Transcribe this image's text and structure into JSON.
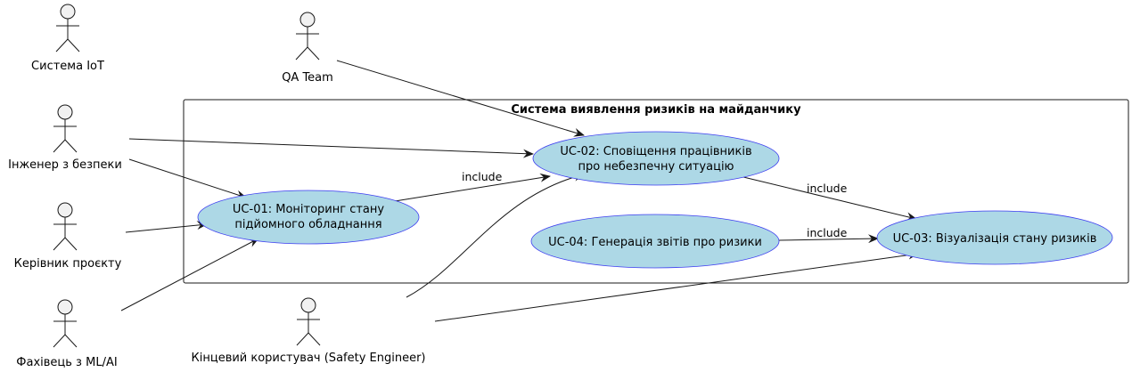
{
  "colors": {
    "usecase_fill": "#add8e6",
    "usecase_stroke": "#3d3df0",
    "actor_fill": "#f1f1f1",
    "line": "#181818",
    "boundary_stroke": "#181818"
  },
  "system": {
    "title": "Система виявлення ризиків на майданчику"
  },
  "actors": [
    {
      "id": "iot",
      "label": "Система IoT"
    },
    {
      "id": "qa",
      "label": "QA Team"
    },
    {
      "id": "safety",
      "label": "Інженер з безпеки"
    },
    {
      "id": "pm",
      "label": "Керівник проєкту"
    },
    {
      "id": "ml",
      "label": "Фахівець з ML/AI"
    },
    {
      "id": "enduser",
      "label": "Кінцевий користувач (Safety Engineer)"
    }
  ],
  "usecases": [
    {
      "id": "uc01",
      "lines": [
        "UC-01: Моніторинг стану",
        "підйомного обладнання"
      ]
    },
    {
      "id": "uc02",
      "lines": [
        "UC-02: Сповіщення працівників",
        "про небезпечну ситуацію"
      ]
    },
    {
      "id": "uc03",
      "lines": [
        "UC-03: Візуалізація стану ризиків"
      ]
    },
    {
      "id": "uc04",
      "lines": [
        "UC-04: Генерація звітів про ризики"
      ]
    }
  ],
  "edges": [
    {
      "id": "qa-uc02",
      "from": "qa",
      "to": "uc02",
      "label": ""
    },
    {
      "id": "safety-uc02",
      "from": "safety",
      "to": "uc02",
      "label": ""
    },
    {
      "id": "safety-uc01",
      "from": "safety",
      "to": "uc01",
      "label": ""
    },
    {
      "id": "pm-uc01",
      "from": "pm",
      "to": "uc01",
      "label": ""
    },
    {
      "id": "ml-uc01",
      "from": "ml",
      "to": "uc01",
      "label": ""
    },
    {
      "id": "enduser-uc02",
      "from": "enduser",
      "to": "uc02",
      "label": ""
    },
    {
      "id": "enduser-uc03",
      "from": "enduser",
      "to": "uc03",
      "label": ""
    },
    {
      "id": "uc01-uc02",
      "from": "uc01",
      "to": "uc02",
      "label": "include"
    },
    {
      "id": "uc02-uc03",
      "from": "uc02",
      "to": "uc03",
      "label": "include"
    },
    {
      "id": "uc04-uc03",
      "from": "uc04",
      "to": "uc03",
      "label": "include"
    }
  ]
}
